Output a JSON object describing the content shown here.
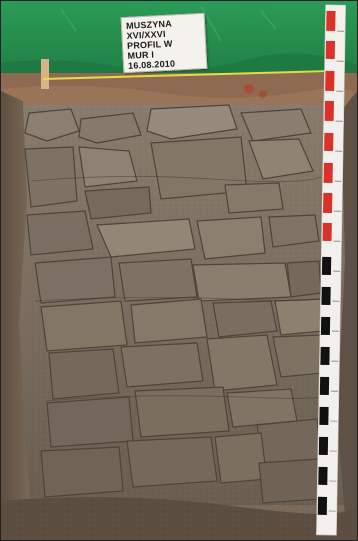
{
  "photo": {
    "subject": "excavation-trench-stone-wall-profile"
  },
  "label_board": {
    "lines": [
      "MUSZYNA",
      "XVI/XXVI",
      "PROFIL W",
      "MUR I",
      "16.08.2010"
    ]
  },
  "colors": {
    "tarp": "#2f9a55",
    "stone": "#7e7264",
    "soil": "#6e5e4e",
    "ruler_red": "#d8322a",
    "ruler_white": "#f2f0ec",
    "ruler_black": "#111111"
  }
}
